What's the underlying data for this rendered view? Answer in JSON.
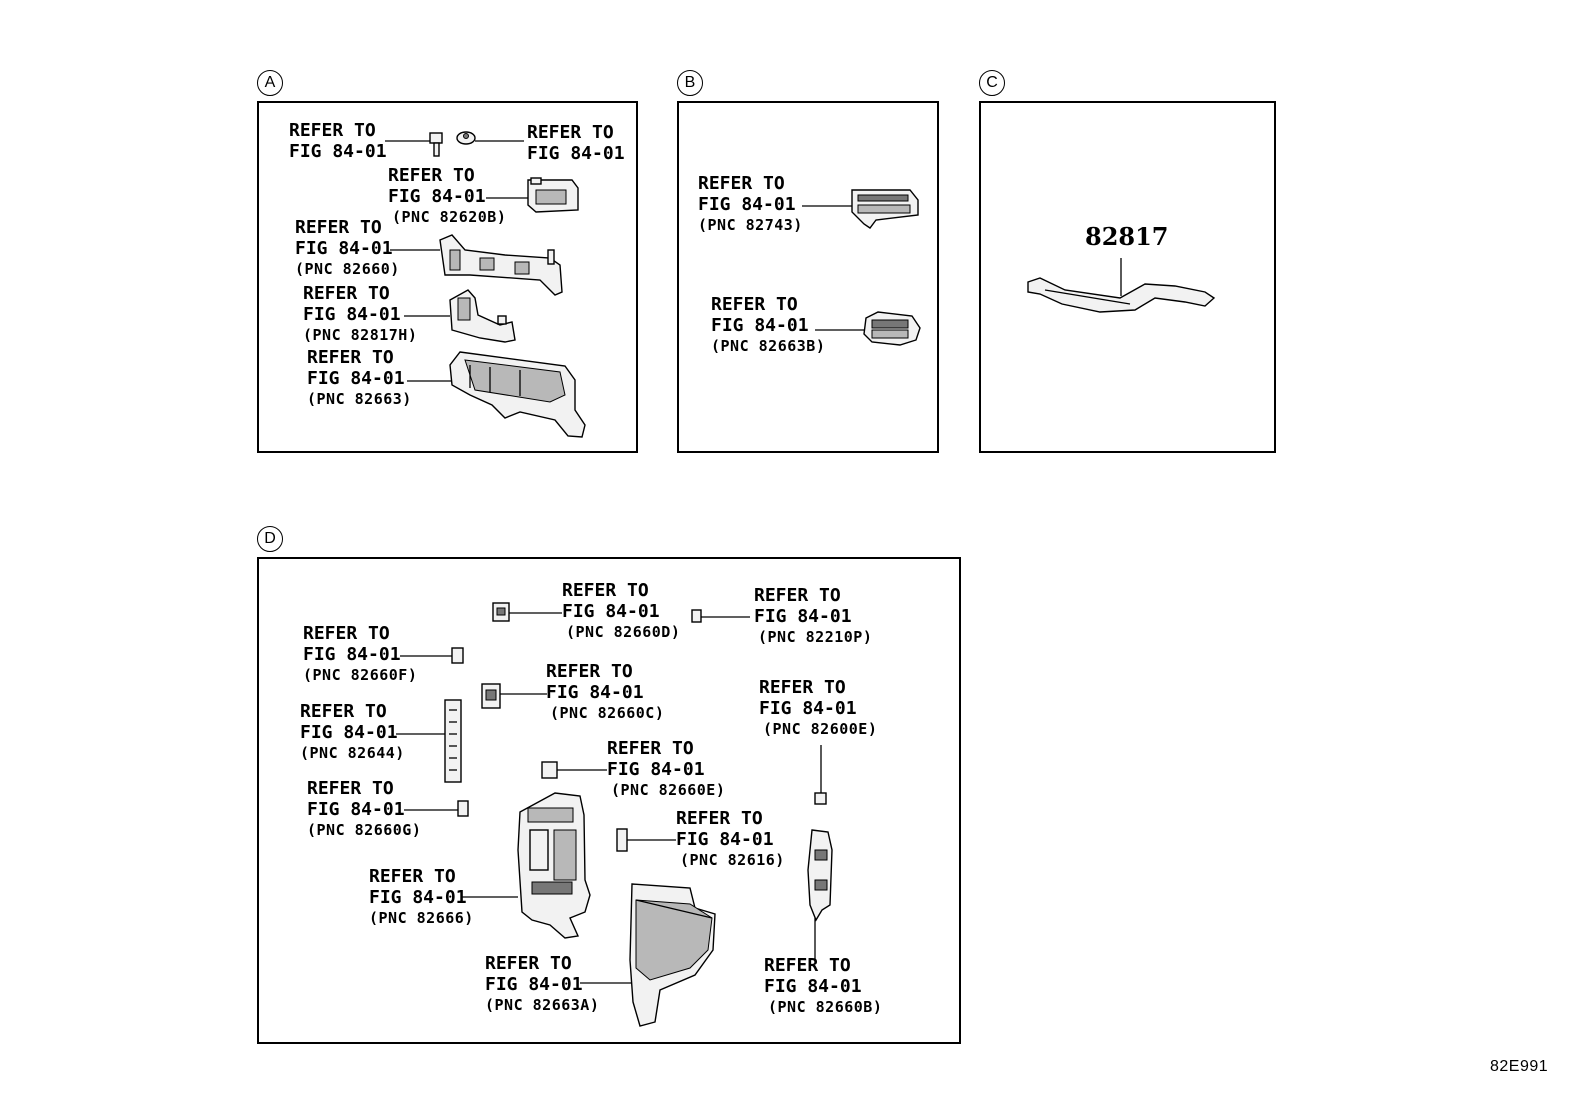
{
  "refer": {
    "line1": "REFER TO",
    "line2": "FIG 84-01"
  },
  "panels": {
    "a": "A",
    "b": "B",
    "c": "C",
    "d": "D"
  },
  "labels": {
    "a1": {
      "pnc": ""
    },
    "a2": {
      "pnc": ""
    },
    "a3": {
      "pnc": "(PNC 82620B)"
    },
    "a4": {
      "pnc": "(PNC 82660)"
    },
    "a5": {
      "pnc": "(PNC 82817H)"
    },
    "a6": {
      "pnc": "(PNC 82663)"
    },
    "b1": {
      "pnc": "(PNC 82743)"
    },
    "b2": {
      "pnc": "(PNC 82663B)"
    },
    "d1": {
      "pnc": "(PNC 82660D)"
    },
    "d2": {
      "pnc": "(PNC 82210P)"
    },
    "d3": {
      "pnc": "(PNC 82660F)"
    },
    "d4": {
      "pnc": "(PNC 82660C)"
    },
    "d5": {
      "pnc": "(PNC 82600E)"
    },
    "d6": {
      "pnc": "(PNC 82644)"
    },
    "d7": {
      "pnc": "(PNC 82660E)"
    },
    "d8": {
      "pnc": "(PNC 82660G)"
    },
    "d9": {
      "pnc": "(PNC 82616)"
    },
    "d10": {
      "pnc": "(PNC 82666)"
    },
    "d11": {
      "pnc": "(PNC 82663A)"
    },
    "d12": {
      "pnc": "(PNC 82660B)"
    }
  },
  "part_number_c": "82817",
  "drawing_code": "82E991"
}
